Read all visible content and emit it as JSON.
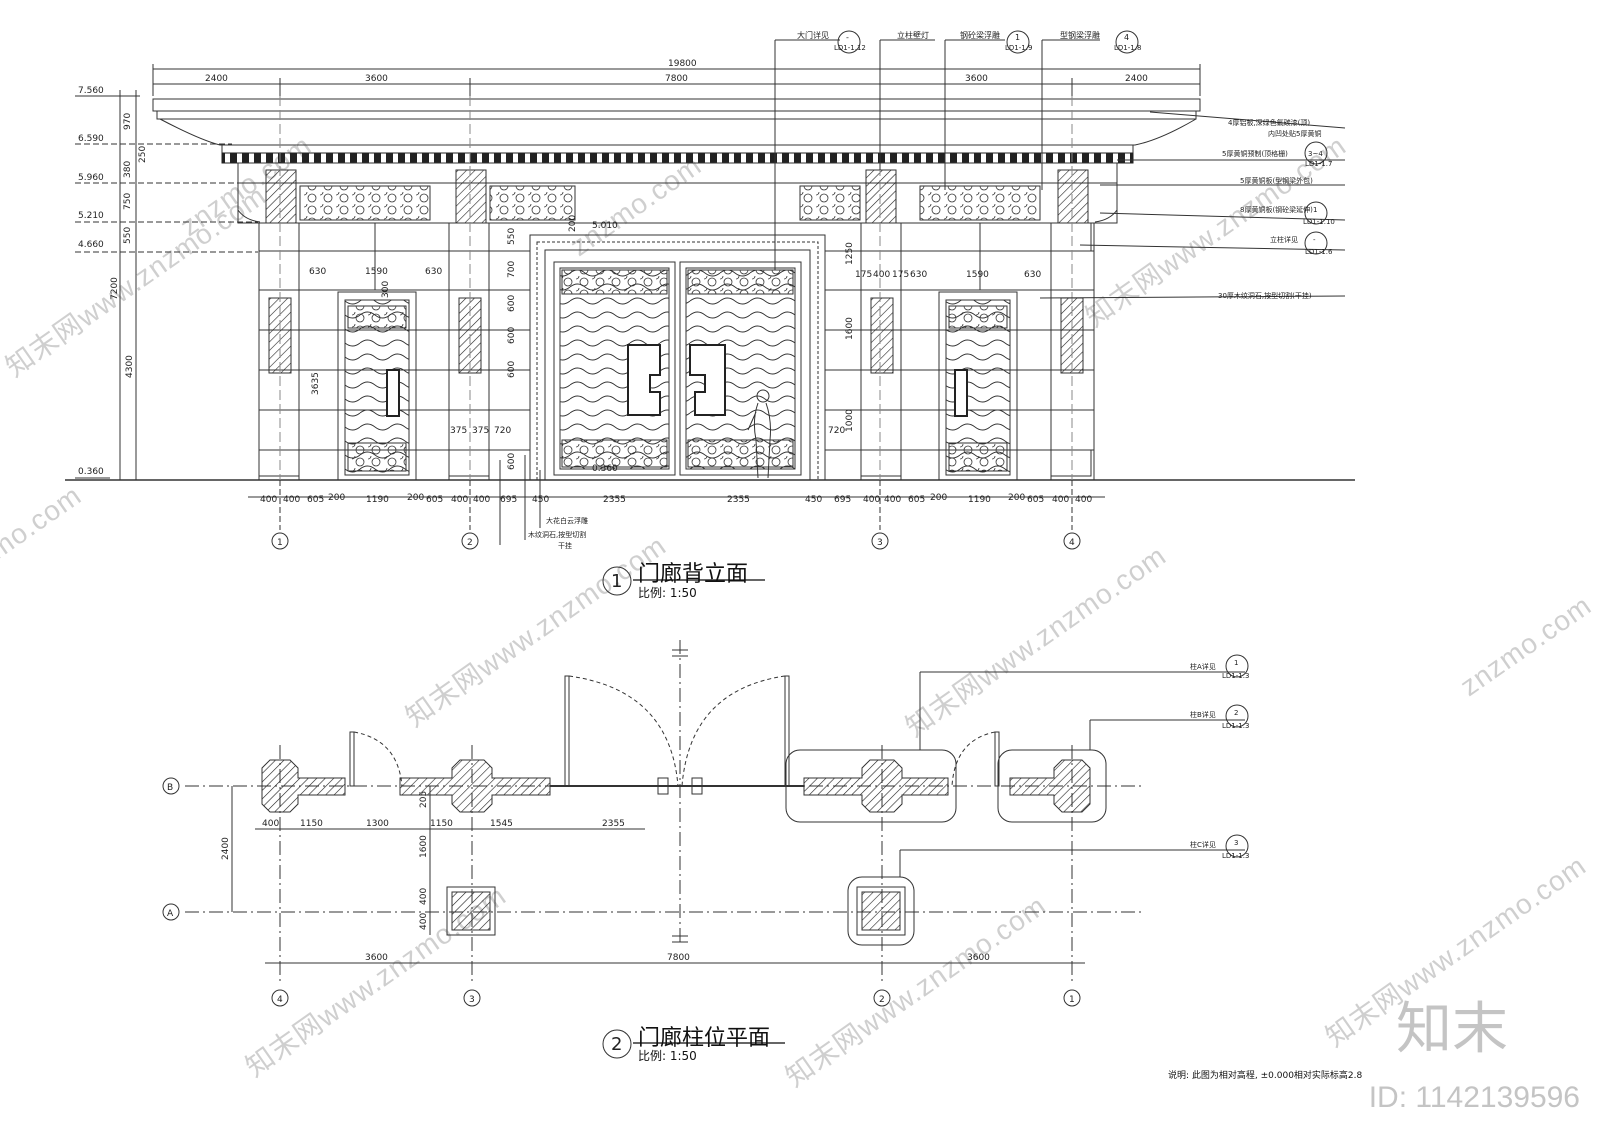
{
  "elevation": {
    "title_number": "1",
    "title": "门廊背立面",
    "scale": "比例: 1:50",
    "top_dims": [
      "19800",
      "2400",
      "3600",
      "7800",
      "3600",
      "2400"
    ],
    "levels": [
      "7.560",
      "6.590",
      "5.960",
      "5.210",
      "4.660",
      "0.360"
    ],
    "left_dims": [
      "970",
      "250",
      "380",
      "750",
      "550",
      "7200",
      "4300",
      "3635"
    ],
    "bottom_dims": [
      "400",
      "400",
      "605",
      "200",
      "1190",
      "200",
      "605",
      "400",
      "400",
      "695",
      "450",
      "2355",
      "2355",
      "450",
      "695",
      "400",
      "400",
      "605",
      "200",
      "1190",
      "200",
      "605",
      "400",
      "400"
    ],
    "inner_dims": [
      "630",
      "1590",
      "630",
      "630",
      "1590",
      "630",
      "375",
      "375",
      "720",
      "720",
      "175",
      "400",
      "175",
      "300",
      "550",
      "700",
      "600",
      "600",
      "600",
      "600",
      "1250",
      "1600",
      "1000",
      "200",
      "5.010",
      "0.360"
    ],
    "axes": [
      "1",
      "2",
      "3",
      "4"
    ],
    "callouts_top": [
      {
        "label": "大门详见",
        "ref": "-",
        "sheet": "LD1-1.12"
      },
      {
        "label": "立柱壁灯",
        "ref": "",
        "sheet": ""
      },
      {
        "label": "钢砼梁浮雕",
        "ref": "1",
        "sheet": "LD1-1.9"
      },
      {
        "label": "型钢梁浮雕",
        "ref": "4",
        "sheet": "LD1-1.8"
      }
    ],
    "callouts_right": [
      {
        "label": "4厚铝板,深绿色氟碳漆(顶)",
        "sub": "内凹处贴5厚黄铜"
      },
      {
        "label": "5厚黄铜预制(顶格栅)",
        "ref": "3~4",
        "sheet": "LD1-1.7"
      },
      {
        "label": "5厚黄铜板(型钢梁外包)"
      },
      {
        "label": "8厚黄铜板(钢砼梁延伸)",
        "ref": "1",
        "sheet": "LD1-1.10"
      },
      {
        "label": "立柱详见",
        "ref": "-",
        "sheet": "LD1-1.6"
      },
      {
        "label": "30厚木纹洞石,按型切割(干挂)"
      }
    ],
    "callouts_bottom": [
      "大花白云浮雕",
      "木纹洞石,按型切割",
      "干挂"
    ]
  },
  "plan": {
    "title_number": "2",
    "title": "门廊柱位平面",
    "scale": "比例: 1:50",
    "dims": [
      "400",
      "1150",
      "1300",
      "1150",
      "1545",
      "2355"
    ],
    "vertical_dims": [
      "2400",
      "1600",
      "205",
      "400",
      "400"
    ],
    "bottom_dims": [
      "3600",
      "7800",
      "3600"
    ],
    "axes": [
      "4",
      "3",
      "2",
      "1"
    ],
    "rows": [
      "B",
      "A"
    ],
    "callouts": [
      {
        "label": "柱A详见",
        "ref": "1",
        "sheet": "LD1-1.3"
      },
      {
        "label": "柱B详见",
        "ref": "2",
        "sheet": "LD1-1.3"
      },
      {
        "label": "柱C详见",
        "ref": "3",
        "sheet": "LD1-1.3"
      }
    ]
  },
  "footnote": "说明: 此图为相对高程, ±0.000相对实际标高2.8",
  "watermark": "znzmo.com",
  "watermark_cn": "知末网www.znzmo.com",
  "logo": "知末",
  "id_label": "ID: 1142139596"
}
